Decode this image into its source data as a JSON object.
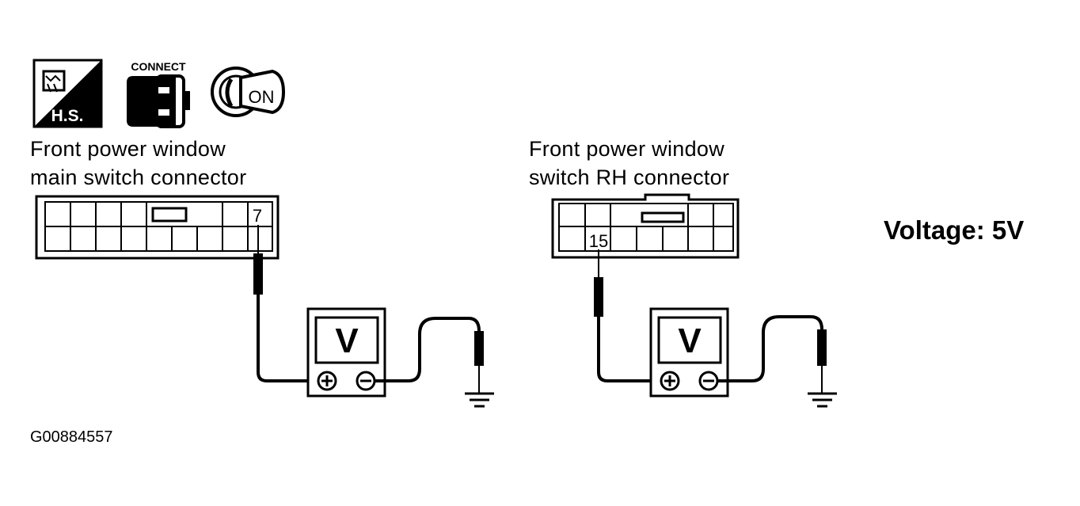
{
  "icons": {
    "harness_side": {
      "name": "harness-side-icon",
      "text": "H.S."
    },
    "connect": {
      "name": "connect-icon",
      "text": "CONNECT"
    },
    "ignition": {
      "name": "ignition-key-on-icon",
      "text": "ON"
    }
  },
  "left_connector": {
    "label_line1": "Front power window",
    "label_line2": "main switch connector",
    "terminal": "7"
  },
  "right_connector": {
    "label_line1": "Front power window",
    "label_line2": "switch RH connector",
    "terminal": "15"
  },
  "meter": {
    "symbol": "V",
    "plus": "+",
    "minus": "−"
  },
  "voltage_spec": "Voltage: 5V",
  "figure_id": "G00884557",
  "colors": {
    "ink": "#000000",
    "background": "#ffffff"
  }
}
